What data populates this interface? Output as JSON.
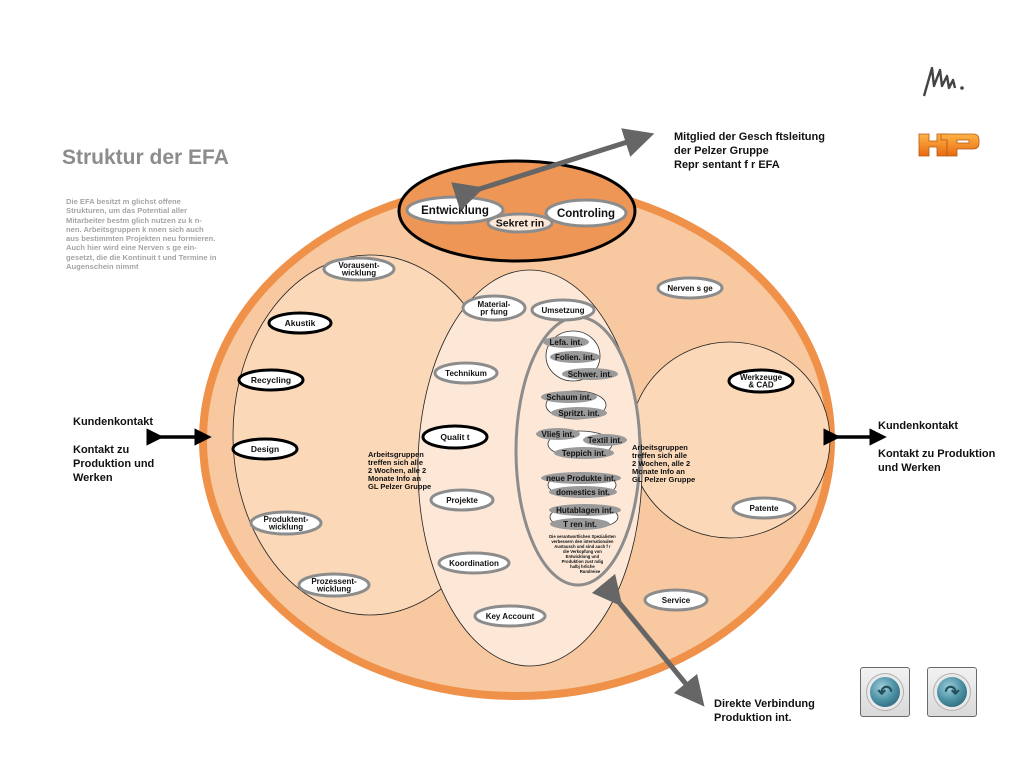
{
  "page": {
    "title": "Struktur der EFA",
    "intro_lines": [
      "Die EFA besitzt m glichst offene",
      "Strukturen, um das Potential aller",
      "Mitarbeiter bestm glich nutzen zu k  n-",
      "nen. Arbeitsgruppen k nnen sich auch",
      "aus bestimmten Projekten neu formieren.",
      "Auch hier wird eine Nerven s ge ein-",
      "gesetzt, die die Kontinuit t und Termine in",
      "Augenschein nimmt"
    ]
  },
  "logos": {
    "signature": "signature",
    "brand": "HP"
  },
  "colors": {
    "outer_ring": "#f0914a",
    "outer_fill": "#f8c9a0",
    "left_fill": "#fad8b8",
    "center_fill": "#fde8d8",
    "top_fill": "#ee9656",
    "node_border_gray": "#8c8c8c",
    "arrow_gray": "#666666"
  },
  "management": {
    "nodes": [
      "Entwicklung",
      "Sekret rin",
      "Controling"
    ],
    "annotation_lines": [
      "Mitglied der Gesch ftsleitung",
      "der Pelzer Gruppe",
      "Repr sentant f r EFA"
    ]
  },
  "left_group": {
    "nodes": [
      {
        "lines": [
          "Vorausent-",
          "wicklung"
        ],
        "style": "gray"
      },
      {
        "lines": [
          "Akustik"
        ],
        "style": "black"
      },
      {
        "lines": [
          "Recycling"
        ],
        "style": "black"
      },
      {
        "lines": [
          "Design"
        ],
        "style": "black"
      },
      {
        "lines": [
          "Produktent-",
          "wicklung"
        ],
        "style": "gray"
      },
      {
        "lines": [
          "Prozessent-",
          "wicklung"
        ],
        "style": "gray"
      }
    ],
    "note_lines": [
      "Arbeitsgruppen",
      "treffen sich alle",
      "2 Wochen, alle 2",
      "Monate Info an",
      "GL Pelzer Gruppe"
    ]
  },
  "center_group": {
    "nodes": [
      {
        "lines": [
          "Material-",
          "pr fung"
        ],
        "style": "gray"
      },
      {
        "lines": [
          "Umsetzung"
        ],
        "style": "gray"
      },
      {
        "lines": [
          "Technikum"
        ],
        "style": "gray"
      },
      {
        "lines": [
          "Qualit t"
        ],
        "style": "black"
      },
      {
        "lines": [
          "Projekte"
        ],
        "style": "gray"
      },
      {
        "lines": [
          "Koordination"
        ],
        "style": "gray"
      },
      {
        "lines": [
          "Key Account"
        ],
        "style": "gray"
      }
    ]
  },
  "international": {
    "clusters": [
      [
        "Lefa. int.",
        "Folien. int.",
        "Schwer. int."
      ],
      [
        "Schaum int.",
        "Spritzt. int."
      ],
      [
        "Vlie§ int.",
        "Textil int.",
        "Teppich int."
      ],
      [
        "neue Produkte int.",
        "domestics int."
      ],
      [
        "Hutablagen int.",
        "T  ren int."
      ]
    ],
    "note_lines": [
      "Die verantwortlichen Spezialisten",
      "verbessern den internationalen",
      "Austausch und sind auch  f r",
      "die Verkopfung  von",
      "Entwicklung und",
      "Produktion zust ndig",
      "halbj hrliche",
      "Rundreise"
    ]
  },
  "right_group": {
    "nodes": [
      {
        "lines": [
          "Werkzeuge",
          "& CAD"
        ],
        "style": "black"
      },
      {
        "lines": [
          "Patente"
        ],
        "style": "gray"
      }
    ],
    "note_lines": [
      "Arbeitsgruppen",
      "treffen sich alle",
      "2 Wochen, alle 2",
      "Monate Info an",
      "GL Pelzer Gruppe"
    ]
  },
  "outer_nodes": [
    {
      "lines": [
        "Nerven s ge"
      ],
      "style": "gray"
    },
    {
      "lines": [
        "Service"
      ],
      "style": "gray"
    }
  ],
  "external": {
    "left_lines": [
      "Kundenkontakt",
      "",
      "Kontakt zu",
      "Produktion und",
      "Werken"
    ],
    "right_lines": [
      "Kundenkontakt",
      "",
      "Kontakt zu Produktion",
      "und Werken"
    ],
    "bottom_lines": [
      "Direkte Verbindung",
      "Produktion int."
    ]
  },
  "navigation": {
    "back_icon": "back-arrow-icon",
    "forward_icon": "forward-arrow-icon",
    "back_glyph": "↶",
    "forward_glyph": "↷"
  }
}
